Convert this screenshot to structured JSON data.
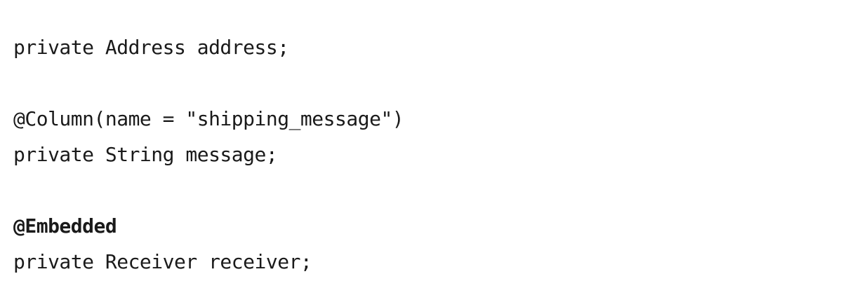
{
  "code": {
    "lines": [
      {
        "text": "private Address address;",
        "bold": false
      },
      {
        "text": "",
        "bold": false
      },
      {
        "text": "@Column(name = \"shipping_message\")",
        "bold": false
      },
      {
        "text": "private String message;",
        "bold": false
      },
      {
        "text": "",
        "bold": false
      },
      {
        "text": "@Embedded",
        "bold": true
      },
      {
        "text": "private Receiver receiver;",
        "bold": false
      }
    ]
  }
}
